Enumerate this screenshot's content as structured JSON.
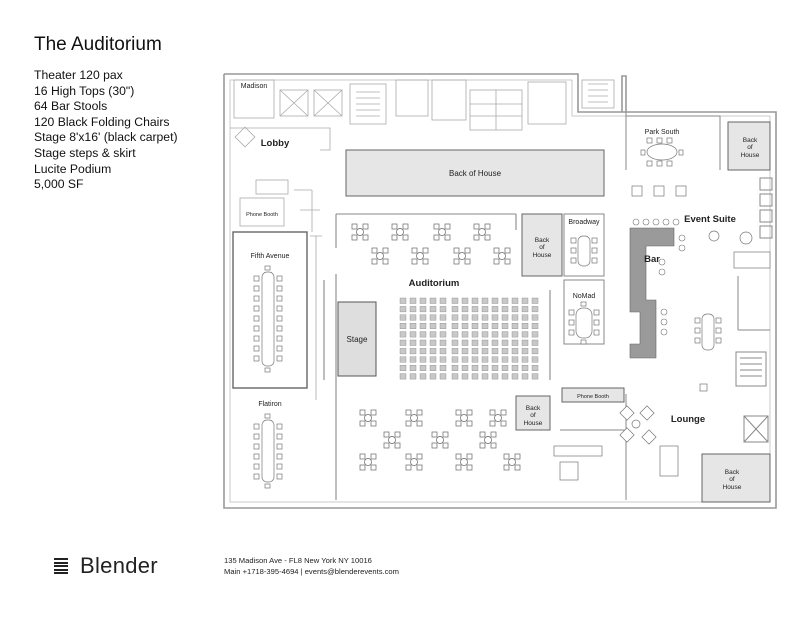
{
  "title": "The Auditorium",
  "specs": [
    "Theater 120 pax",
    "16 High Tops (30\")",
    "64 Bar Stools",
    "120 Black Folding Chairs",
    "Stage 8'x16' (black carpet)",
    "Stage steps & skirt",
    "Lucite Podium",
    "5,000 SF"
  ],
  "rooms": {
    "madison": "Madison",
    "lobby": "Lobby",
    "phone_booth_left": "Phone Booth",
    "fifth_avenue": "Fifth Avenue",
    "flatiron": "Flatiron",
    "back_of_house_top": "Back of House",
    "auditorium": "Auditorium",
    "stage": "Stage",
    "back_of_house_mid": [
      "Back",
      "of",
      "House"
    ],
    "broadway": "Broadway",
    "nomad": "NoMad",
    "phone_booth_right": "Phone Booth",
    "back_of_house_low": [
      "Back",
      "of",
      "House"
    ],
    "park_south": "Park South",
    "back_of_house_topright": [
      "Back",
      "of",
      "House"
    ],
    "event_suite": "Event Suite",
    "bar": "Bar",
    "lounge": "Lounge",
    "back_of_house_bottomright": [
      "Back",
      "of",
      "House"
    ]
  },
  "footer": {
    "brand": "Blender",
    "address": "135 Madison Ave - FL8 New York NY 10016",
    "contact": "Main +1718-395-4694 | events@blenderevents.com"
  }
}
